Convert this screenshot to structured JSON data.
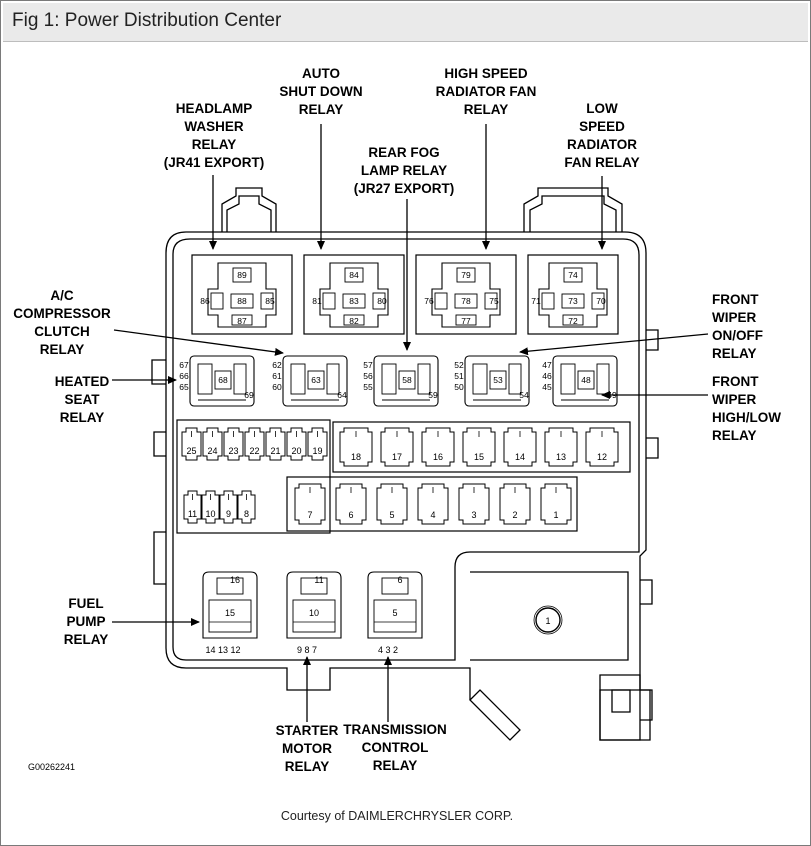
{
  "window": {
    "title": "Fig 1: Power Distribution Center"
  },
  "diagram": {
    "callouts": {
      "headlamp_washer": [
        "HEADLAMP",
        "WASHER",
        "RELAY",
        "(JR41 EXPORT)"
      ],
      "asd": [
        "AUTO",
        "SHUT DOWN",
        "RELAY"
      ],
      "rear_fog": [
        "REAR FOG",
        "LAMP RELAY",
        "(JR27 EXPORT)"
      ],
      "high_speed_fan": [
        "HIGH SPEED",
        "RADIATOR FAN",
        "RELAY"
      ],
      "low_speed_fan": [
        "LOW",
        "SPEED",
        "RADIATOR",
        "FAN RELAY"
      ],
      "ac_compressor": [
        "A/C",
        "COMPRESSOR",
        "CLUTCH",
        "RELAY"
      ],
      "heated_seat": [
        "HEATED",
        "SEAT",
        "RELAY"
      ],
      "front_wiper_onoff": [
        "FRONT",
        "WIPER",
        "ON/OFF",
        "RELAY"
      ],
      "front_wiper_highlow": [
        "FRONT",
        "WIPER",
        "HIGH/LOW",
        "RELAY"
      ],
      "fuel_pump": [
        "FUEL",
        "PUMP",
        "RELAY"
      ],
      "starter_motor": [
        "STARTER",
        "MOTOR",
        "RELAY"
      ],
      "transmission_control": [
        "TRANSMISSION",
        "CONTROL",
        "RELAY"
      ]
    },
    "large_relays": [
      {
        "top": "89",
        "left": "86",
        "center": "88",
        "right": "85",
        "bottom": "87"
      },
      {
        "top": "84",
        "left": "81",
        "center": "83",
        "right": "80",
        "bottom": "82"
      },
      {
        "top": "79",
        "left": "76",
        "center": "78",
        "right": "75",
        "bottom": "77"
      },
      {
        "top": "74",
        "left": "71",
        "center": "73",
        "right": "70",
        "bottom": "72"
      }
    ],
    "mini_relays": [
      {
        "side": [
          "67",
          "66",
          "65"
        ],
        "center": "68",
        "corner": "69"
      },
      {
        "side": [
          "62",
          "61",
          "60"
        ],
        "center": "63",
        "corner": "64"
      },
      {
        "side": [
          "57",
          "56",
          "55"
        ],
        "center": "58",
        "corner": "59"
      },
      {
        "side": [
          "52",
          "51",
          "50"
        ],
        "center": "53",
        "corner": "54"
      },
      {
        "side": [
          "47",
          "46",
          "45"
        ],
        "center": "48",
        "corner": "49"
      }
    ],
    "fuse_row_upper": [
      "25",
      "24",
      "23",
      "22",
      "21",
      "20",
      "19"
    ],
    "fuse_row_mid": [
      "18",
      "17",
      "16",
      "15",
      "14",
      "13",
      "12"
    ],
    "fuse_row_small": [
      "11",
      "10",
      "9",
      "8"
    ],
    "fuse_row_lower": [
      "7",
      "6",
      "5",
      "4",
      "3",
      "2",
      "1"
    ],
    "bottom_relays": [
      {
        "top": "16",
        "center": "15",
        "pins": "14 13 12"
      },
      {
        "top": "11",
        "center": "10",
        "pins": "9  8  7"
      },
      {
        "top": "6",
        "center": "5",
        "pins": "4  3  2"
      }
    ],
    "stud_label": "1",
    "figure_code": "G00262241",
    "credit": "Courtesy of DAIMLERCHRYSLER CORP."
  }
}
